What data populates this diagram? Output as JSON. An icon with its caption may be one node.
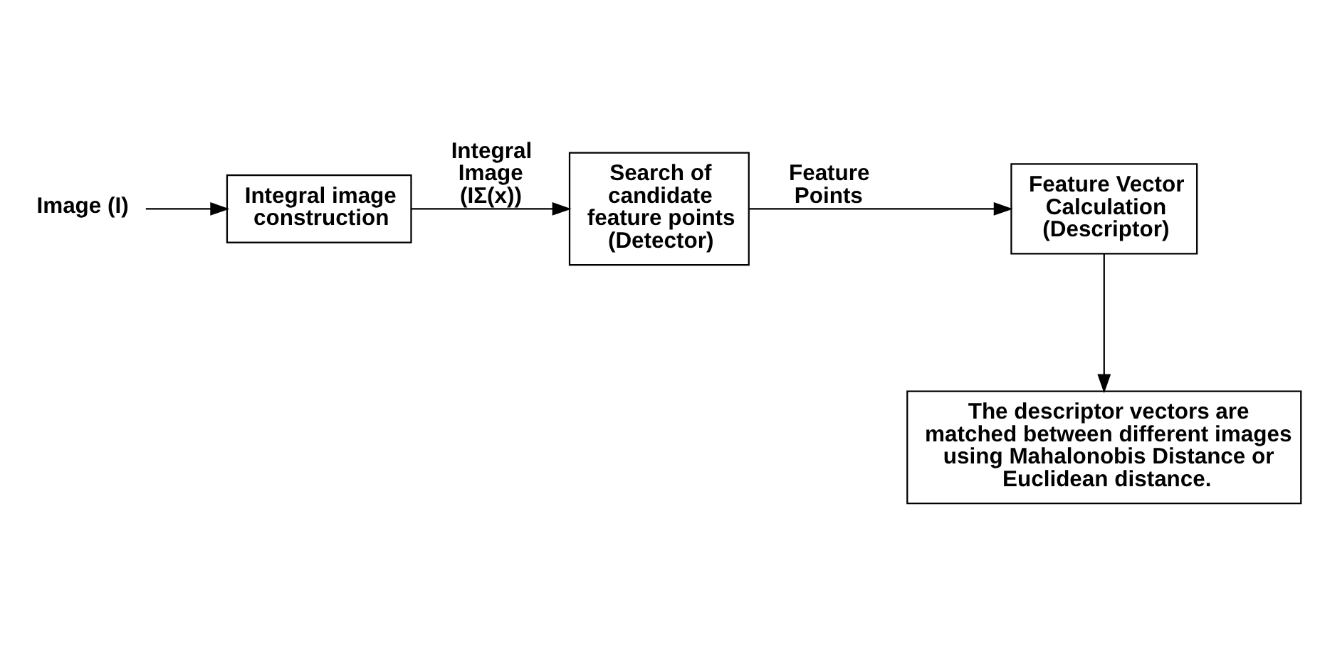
{
  "diagram": {
    "nodes": [
      {
        "text": [
          "Image (I)"
        ]
      },
      {
        "text": [
          "Integral image construction"
        ]
      },
      {
        "text": [
          "Search of candidate feature points (Detector)"
        ]
      },
      {
        "text": [
          "Feature Vector Calculation (Descriptor)"
        ]
      },
      {
        "text": [
          "The descriptor vectors are matched between different images using Mahalonobis Distance or Euclidean distance."
        ]
      }
    ],
    "edges": [
      {
        "from": 0,
        "to": 1,
        "arrow": "to"
      },
      {
        "from": 1,
        "to": 2,
        "arrow": "to",
        "label": "Integral Image (IΣ(x))"
      },
      {
        "from": 2,
        "to": 3,
        "arrow": "to",
        "label": "Feature Points"
      },
      {
        "from": 3,
        "to": 4,
        "arrow": "to"
      }
    ]
  }
}
